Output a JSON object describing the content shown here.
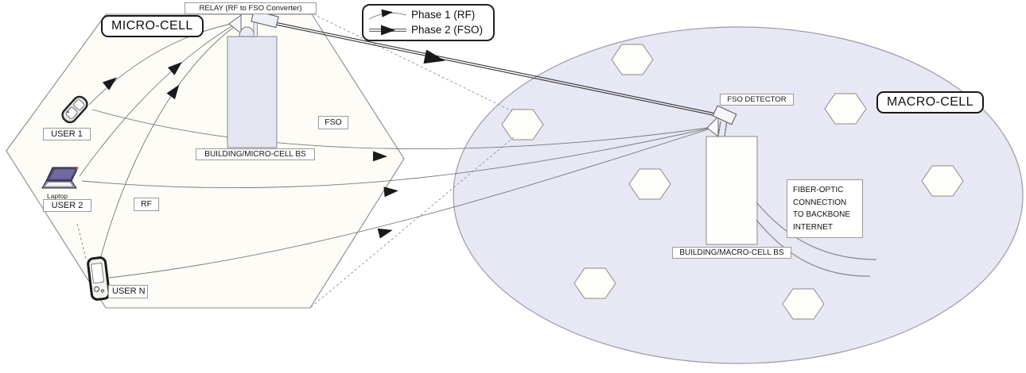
{
  "colors": {
    "macro_cell_fill": "#e7e8f4",
    "micro_cell_fill": "#fdfcf6",
    "cell_hexagon_fill": "#fdfdf9",
    "micro_building_fill": "#e3e5f1",
    "macro_building_fill": "#fefefc",
    "thin_line": "#777777",
    "arrow_black": "#1a1a1a"
  },
  "legend": {
    "phase1_label": "Phase 1 (RF)",
    "phase2_label": "Phase 2 (FSO)"
  },
  "micro_cell": {
    "title": "MICRO-CELL",
    "relay_label": "RELAY (RF to FSO Converter)",
    "building_label": "BUILDING/MICRO-CELL BS",
    "fso_zone_label": "FSO",
    "rf_zone_label": "RF",
    "user1_label": "USER 1",
    "user2_label": "USER 2",
    "user2_device_caption": "Laptop",
    "userN_label": "USER N"
  },
  "macro_cell": {
    "title": "MACRO-CELL",
    "detector_label": "FSO DETECTOR",
    "building_label": "BUILDING/MACRO-CELL BS",
    "fiber_note_lines": [
      "FIBER-OPTIC",
      "CONNECTION",
      "TO BACKBONE",
      "INTERNET"
    ]
  }
}
